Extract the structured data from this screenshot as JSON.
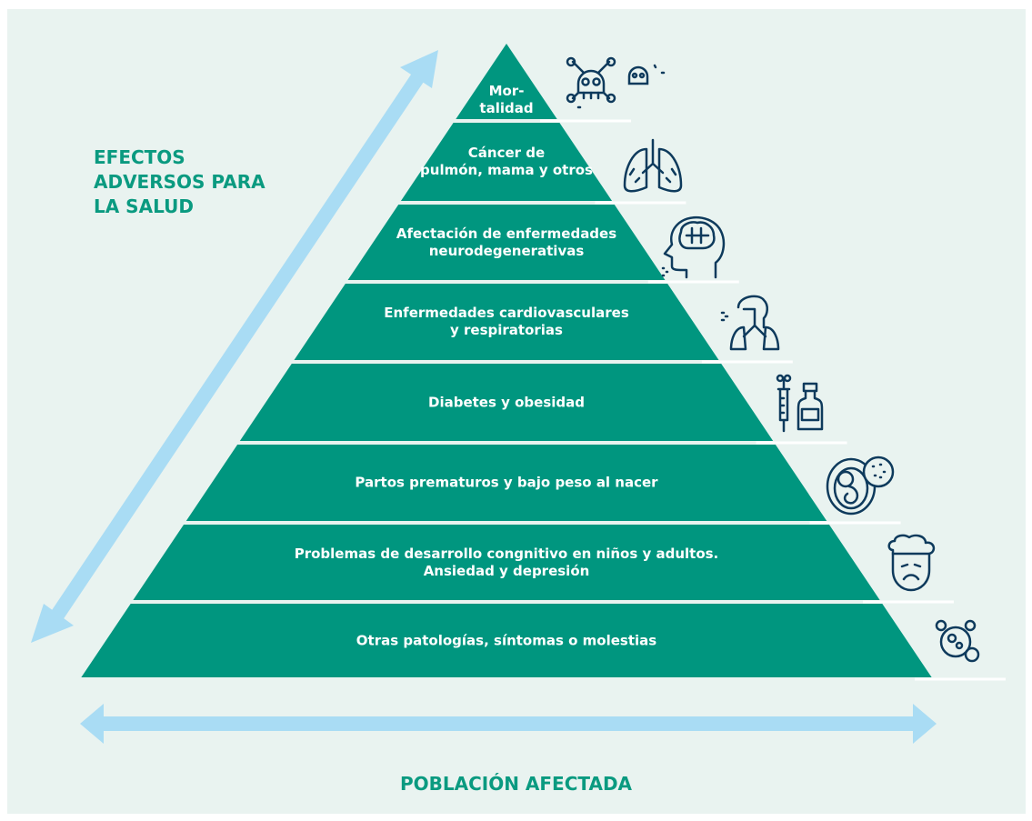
{
  "side_title": "EFECTOS\nADVERSOS PARA\nLA SALUD",
  "bottom_title": "POBLACIÓN AFECTADA",
  "colors": {
    "background": "#e9f3f0",
    "pyramid": "#00967f",
    "arrow": "#a9dcf4",
    "icon": "#0e3a5c",
    "title": "#0a9a80"
  },
  "tiers": [
    {
      "label": "Mor-\ntalidad",
      "icon": "skull-crossbones-icon"
    },
    {
      "label": "Cáncer de\npulmón, mama y otros",
      "icon": "lungs-icon"
    },
    {
      "label": "Afectación de enfermedades\nneurodegenerativas",
      "icon": "brain-head-icon"
    },
    {
      "label": "Enfermedades cardiovasculares\ny respiratorias",
      "icon": "respiratory-system-icon"
    },
    {
      "label": "Diabetes y obesidad",
      "icon": "syringe-vial-icon"
    },
    {
      "label": "Partos prematuros y bajo peso al nacer",
      "icon": "fetus-icon"
    },
    {
      "label": "Problemas de desarrollo congnitivo en niños y adultos.\nAnsiedad y depresión",
      "icon": "sad-face-icon"
    },
    {
      "label": "Otras patologías, síntomas o molestias",
      "icon": "molecule-icon"
    }
  ]
}
